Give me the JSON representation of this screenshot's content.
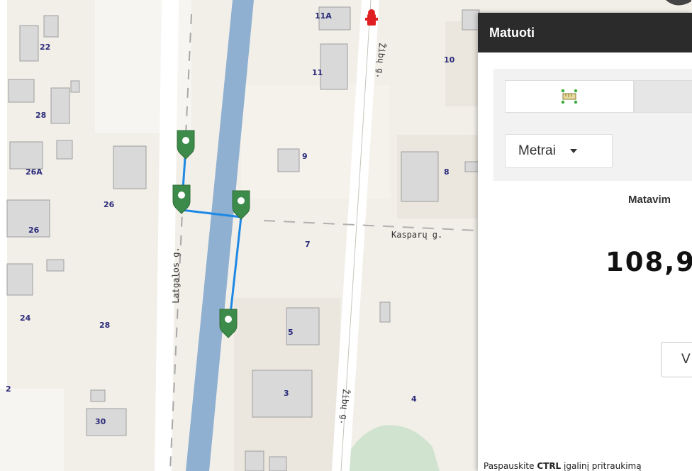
{
  "map": {
    "house_numbers": [
      "11A",
      "10",
      "11",
      "22",
      "28",
      "26A",
      "26",
      "26",
      "9",
      "8",
      "7",
      "24",
      "28",
      "5",
      "3",
      "4",
      "2",
      "30"
    ],
    "streets": [
      "Žibų g.",
      "Kasparų g.",
      "Latgalos g.",
      "Žibų g."
    ],
    "icons": [
      "fire-hydrant-icon",
      "map-marker-icon"
    ],
    "colors": {
      "route": "#1e88e5",
      "marker": "#3d8b4a",
      "canal": "#8fb0d0",
      "building": "#d9d9d9",
      "road": "#ffffff",
      "park": "#cfe3cf"
    }
  },
  "panel": {
    "title": "Matuoti",
    "tabs": [
      {
        "icon": "ruler-line-icon"
      },
      {
        "icon": ""
      }
    ],
    "units": "Metrai",
    "result_label": "Matavim",
    "result_value": "108,9",
    "action_label": "V",
    "hint_prefix": "Paspauskite ",
    "hint_key": "CTRL",
    "hint_suffix": " įgalinį pritraukimą"
  }
}
